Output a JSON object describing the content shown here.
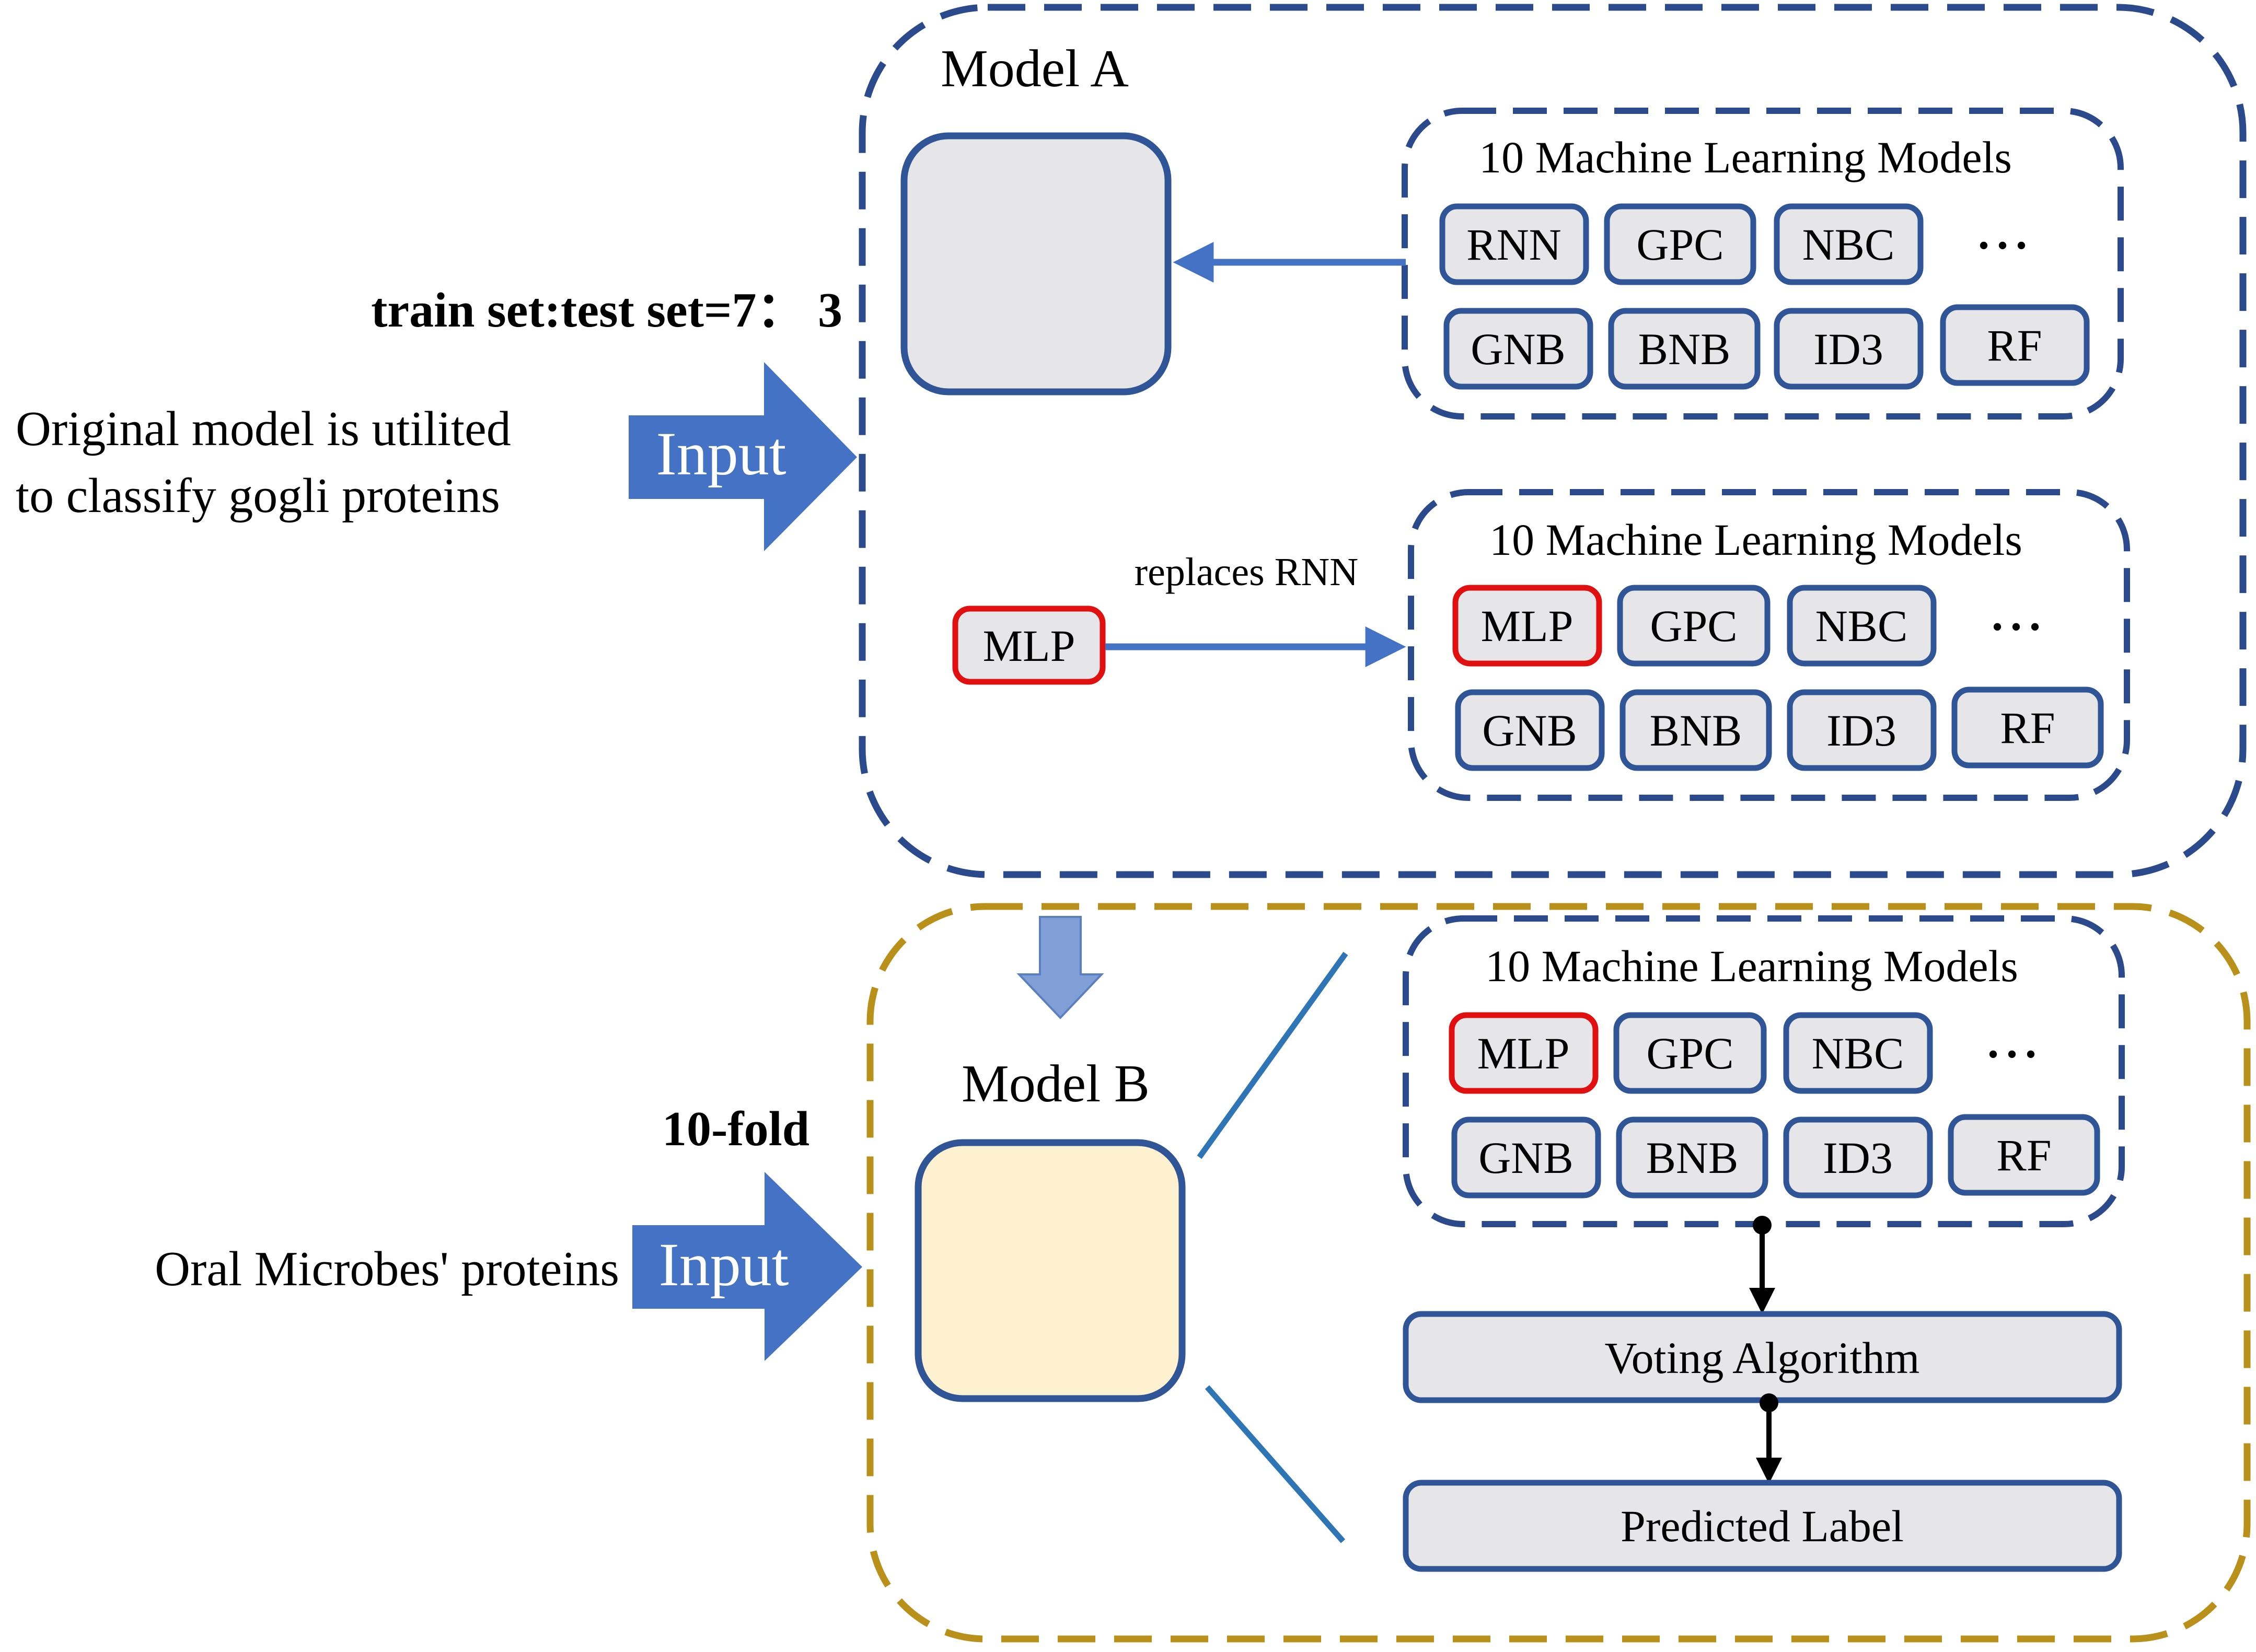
{
  "colors": {
    "model_a_border": "#2b4a8b",
    "model_b_border": "#b8901a",
    "block_arrow": "#4472c4",
    "down_arrow": "#7f9fd6",
    "box_fill": "#e6e6e8",
    "box_border": "#2f5597",
    "highlight_border": "#e01010",
    "model_b_fill": "#fdf1cf",
    "connector": "#2e75b6"
  },
  "left": {
    "split_label": "train set:test set=7： 3",
    "original_line1": "Original model is utilited",
    "original_line2": "to classify gogli proteins",
    "input_top": "Input",
    "fold_label": "10-fold",
    "oral_label": "Oral Microbes' proteins",
    "input_bottom": "Input"
  },
  "model_a": {
    "title": "Model A",
    "group1": {
      "title": "10 Machine Learning Models",
      "row1": [
        "RNN",
        "GPC",
        "NBC"
      ],
      "row2": [
        "GNB",
        "BNB",
        "ID3",
        "RF"
      ],
      "ellipsis": "• • •"
    },
    "mlp_label": "MLP",
    "replace_label": "replaces RNN",
    "group2": {
      "title": "10 Machine Learning Models",
      "row1": [
        "MLP",
        "GPC",
        "NBC"
      ],
      "row2": [
        "GNB",
        "BNB",
        "ID3",
        "RF"
      ],
      "ellipsis": "• • •"
    }
  },
  "model_b": {
    "title": "Model B",
    "group": {
      "title": "10 Machine Learning Models",
      "row1": [
        "MLP",
        "GPC",
        "NBC"
      ],
      "row2": [
        "GNB",
        "BNB",
        "ID3",
        "RF"
      ],
      "ellipsis": "• • •"
    },
    "voting": "Voting Algorithm",
    "predicted": "Predicted Label"
  }
}
